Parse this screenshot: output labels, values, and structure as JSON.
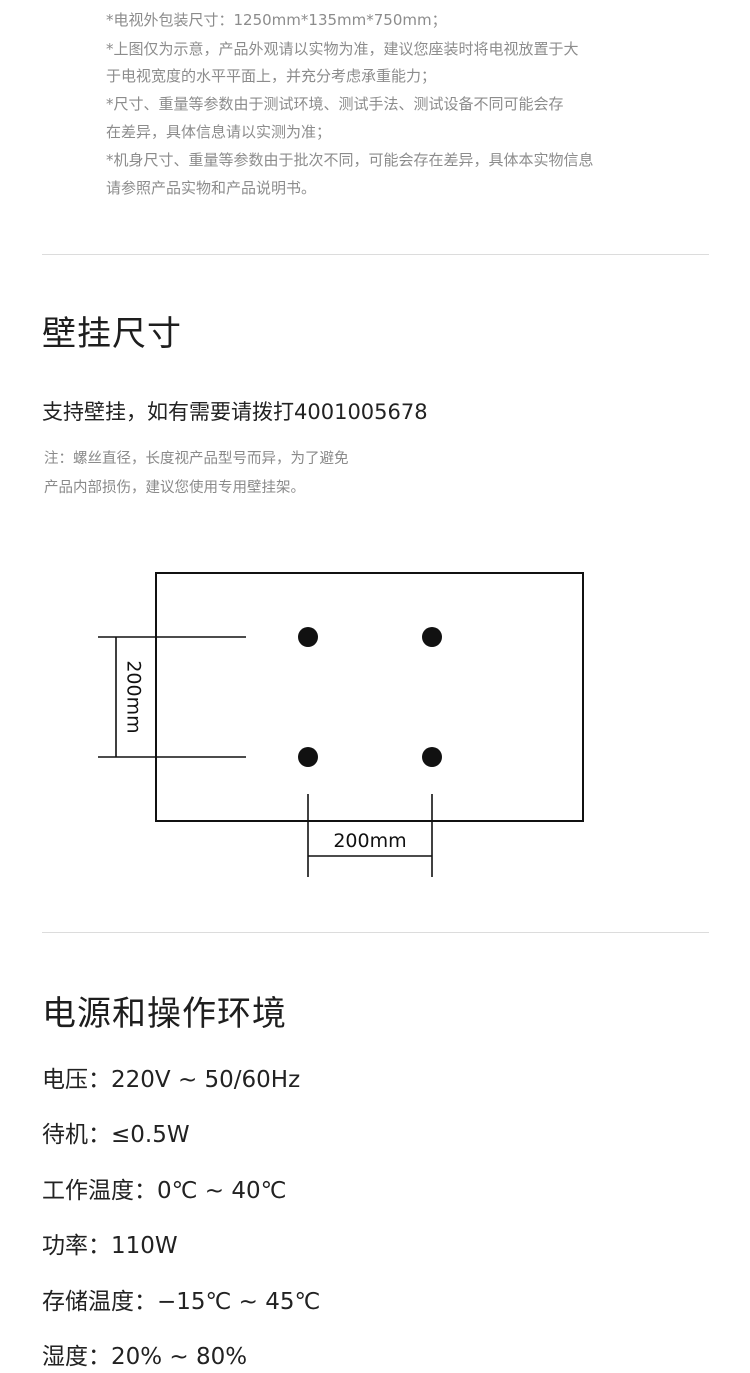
{
  "notes": [
    "*电视外包装尺寸：1250mm*135mm*750mm；",
    "*上图仅为示意，产品外观请以实物为准，建议您座装时将电视放置于大",
    "  于电视宽度的水平平面上，并充分考虑承重能力；",
    "*尺寸、重量等参数由于测试环境、测试手法、测试设备不同可能会存",
    "  在差异，具体信息请以实测为准；",
    "*机身尺寸、重量等参数由于批次不同，可能会存在差异，具体本实物信息",
    "  请参照产品实物和产品说明书。"
  ],
  "wall_mount": {
    "title": "壁挂尺寸",
    "support": "支持壁挂，如有需要请拨打4001005678",
    "note_line1": "注：螺丝直径，长度视产品型号而异，为了避免",
    "note_line2": "产品内部损伤，建议您使用专用壁挂架。",
    "diagram": {
      "vertical_label": "200mm",
      "horizontal_label": "200mm"
    }
  },
  "power": {
    "title": "电源和操作环境",
    "specs": [
      "电压：220V ~ 50/60Hz",
      "待机：≤0.5W",
      "工作温度：0℃ ~ 40℃",
      "功率：110W",
      "存储温度：−15℃ ~ 45℃",
      "湿度：20% ~ 80%"
    ]
  }
}
